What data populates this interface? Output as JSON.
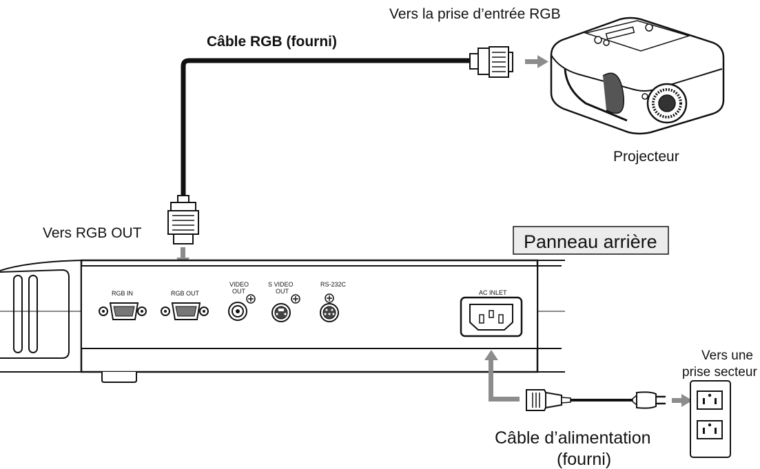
{
  "labels": {
    "to_rgb_input": "Vers la prise d’entrée RGB",
    "rgb_cable": "Câble RGB (fourni)",
    "projector": "Projecteur",
    "to_rgb_out": "Vers RGB OUT",
    "rear_panel": "Panneau arrière",
    "outlet_line1": "Vers une",
    "outlet_line2": "prise secteur",
    "power_cable_line1": "Câble d’alimentation",
    "power_cable_line2": "(fourni)"
  },
  "ports": {
    "rgb_in": "RGB IN",
    "rgb_out": "RGB OUT",
    "video_out_1": "VIDEO",
    "video_out_2": "OUT",
    "s_video_out_1": "S VIDEO",
    "s_video_out_2": "OUT",
    "rs232c": "RS-232C",
    "ac_inlet": "AC INLET"
  },
  "colors": {
    "arrow_gray": "#8c8c8c",
    "line": "#111111",
    "label_box_bg": "#ececec"
  }
}
